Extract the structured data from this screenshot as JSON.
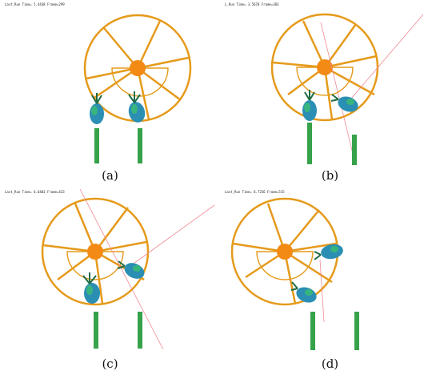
{
  "panels": [
    {
      "id": "a",
      "caption": "(a)",
      "header": "Last_Run   Time= 5.4438  Frame=299"
    },
    {
      "id": "b",
      "caption": "(b)",
      "header": "L_Run  Time= 3.5678  Frame=383"
    },
    {
      "id": "c",
      "caption": "(c)",
      "header": "Last_Run   Time= 6.6403  Frame=423"
    },
    {
      "id": "d",
      "caption": "(d)",
      "header": "Last_Run   Time= 6.7256  Frame=515"
    }
  ],
  "colors": {
    "reel": "#e59a1a",
    "hub": "#f28a14",
    "force_arrow": "#f08a94",
    "fruit": "#2b8fb3",
    "crown": "#1f6b46",
    "stalk": "#36a24a"
  }
}
